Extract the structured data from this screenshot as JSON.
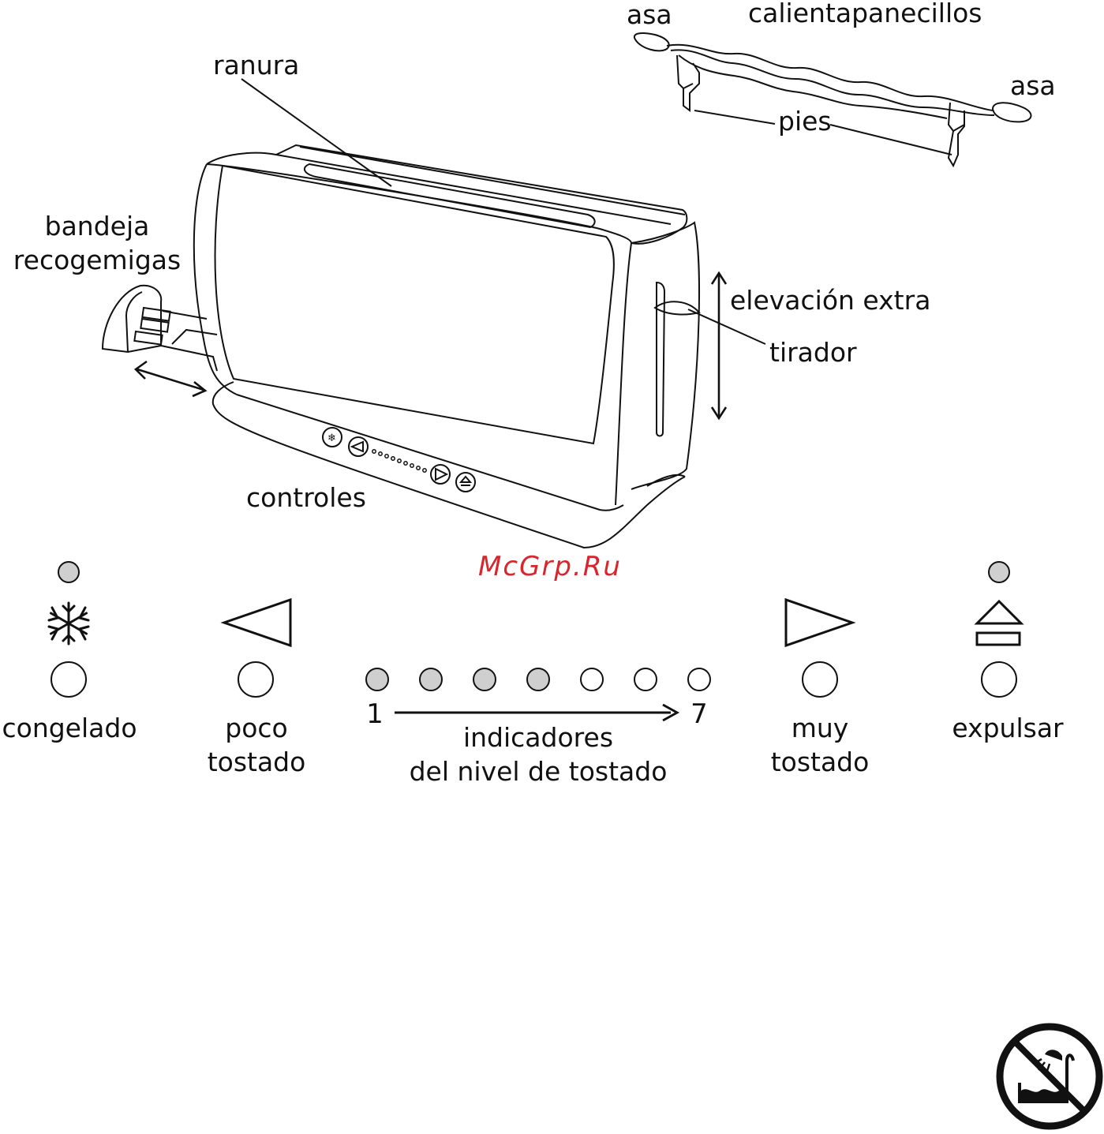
{
  "labels": {
    "asa_left": "asa",
    "calientapanecillos": "calientapanecillos",
    "asa_right": "asa",
    "pies": "pies",
    "ranura": "ranura",
    "bandeja_line1": "bandeja",
    "bandeja_line2": "recogemigas",
    "elevacion": "elevación extra",
    "tirador": "tirador",
    "controles": "controles"
  },
  "watermark": "McGrp.Ru",
  "controls": {
    "congelado": "congelado",
    "poco_line1": "poco",
    "poco_line2": "tostado",
    "level_start": "1",
    "level_end": "7",
    "indicators_line1": "indicadores",
    "indicators_line2": "del nivel de tostado",
    "muy_line1": "muy",
    "muy_line2": "tostado",
    "expulsar": "expulsar"
  },
  "indicator_levels": [
    true,
    true,
    true,
    true,
    false,
    false,
    false
  ],
  "colors": {
    "indicator_on": "#cfcfcf",
    "indicator_off": "#ffffff",
    "watermark": "#d8262c"
  },
  "icons": [
    "snowflake-icon",
    "triangle-left-icon",
    "triangle-right-icon",
    "eject-icon",
    "no-water-immersion-icon"
  ]
}
